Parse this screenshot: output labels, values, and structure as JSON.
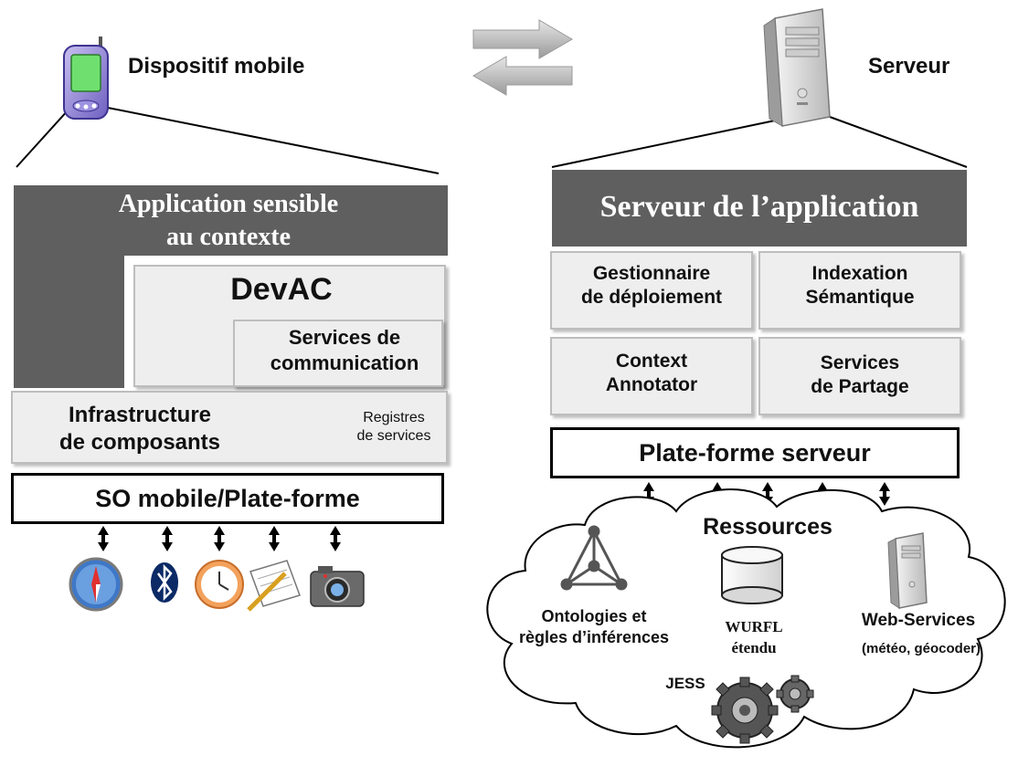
{
  "mobile": {
    "title": "Dispositif mobile",
    "app_layer": "Application sensible\nau contexte",
    "devac": "DevAC",
    "comm_services": "Services de\ncommunication",
    "infra": "Infrastructure\nde composants",
    "registries": "Registres\nde services",
    "os_platform": "SO mobile/Plate-forme",
    "device_icons": [
      "compass-icon",
      "bluetooth-icon",
      "clock-icon",
      "notepad-icon",
      "camera-icon"
    ]
  },
  "server": {
    "title": "Serveur",
    "app_server": "Serveur de l’application",
    "deploy_manager": "Gestionnaire\nde déploiement",
    "semantic_index": "Indexation\nSémantique",
    "context_annotator": "Context\nAnnotator",
    "sharing_services": "Services\nde Partage",
    "platform": "Plate-forme serveur"
  },
  "resources": {
    "title": "Ressources",
    "ontologies": "Ontologies et\nrègles d’inférences",
    "wurfl": "WURFL\nétendu",
    "web_services": "Web-Services",
    "web_services_detail": "(météo, géocoder)",
    "jess": "JESS"
  },
  "colors": {
    "dark_layer": "#5f5f5f",
    "light_box": "#eeeeee",
    "border": "#000000"
  }
}
